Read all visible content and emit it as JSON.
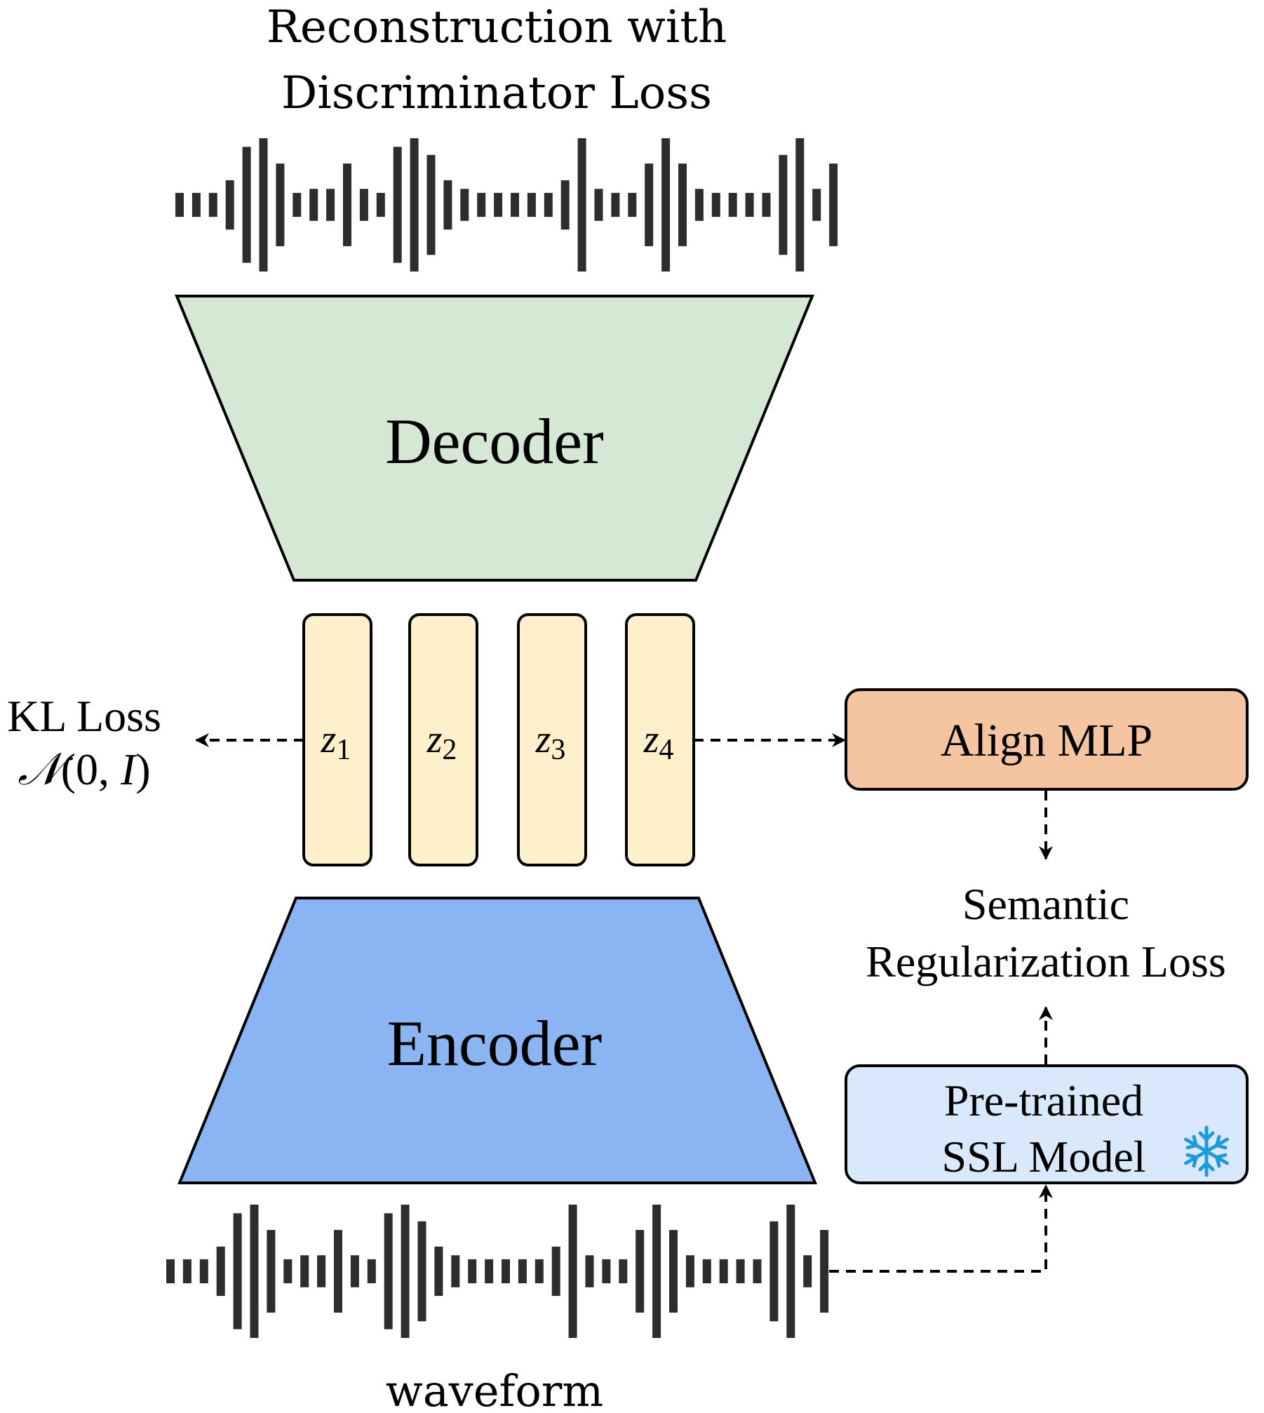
{
  "title": {
    "line1": "Reconstruction with",
    "line2": "Discriminator Loss"
  },
  "decoder": {
    "label": "Decoder",
    "fill": "#D5E8D4"
  },
  "encoder": {
    "label": "Encoder",
    "fill": "#8AB4F2"
  },
  "latents": {
    "fill": "#FFF0CC",
    "items": [
      {
        "symbol": "z",
        "subscript": "1"
      },
      {
        "symbol": "z",
        "subscript": "2"
      },
      {
        "symbol": "z",
        "subscript": "3"
      },
      {
        "symbol": "z",
        "subscript": "4"
      }
    ]
  },
  "kl_loss": {
    "line1": "KL Loss",
    "line2_prefix": "𝒩",
    "line2_rest": "(0, ",
    "line2_var": "I",
    "line2_close": ")"
  },
  "align_mlp": {
    "label": "Align MLP",
    "fill": "#F5C4A0"
  },
  "semantic_loss": {
    "line1": "Semantic",
    "line2": "Regularization Loss"
  },
  "ssl_model": {
    "line1": "Pre-trained",
    "line2": "SSL Model",
    "fill": "#DAE8FC",
    "icon": "snowflake-icon",
    "icon_color": "#1E9BDC"
  },
  "input_label": "waveform",
  "waveform_amplitudes": [
    0.18,
    0.18,
    0.18,
    0.37,
    0.87,
    1.0,
    0.62,
    0.18,
    0.24,
    0.24,
    0.62,
    0.24,
    0.18,
    0.87,
    1.0,
    0.75,
    0.37,
    0.24,
    0.18,
    0.18,
    0.18,
    0.18,
    0.18,
    0.37,
    1.0,
    0.24,
    0.18,
    0.18,
    0.62,
    1.0,
    0.62,
    0.24,
    0.18,
    0.18,
    0.18,
    0.18,
    0.75,
    1.0,
    0.24,
    0.62
  ]
}
